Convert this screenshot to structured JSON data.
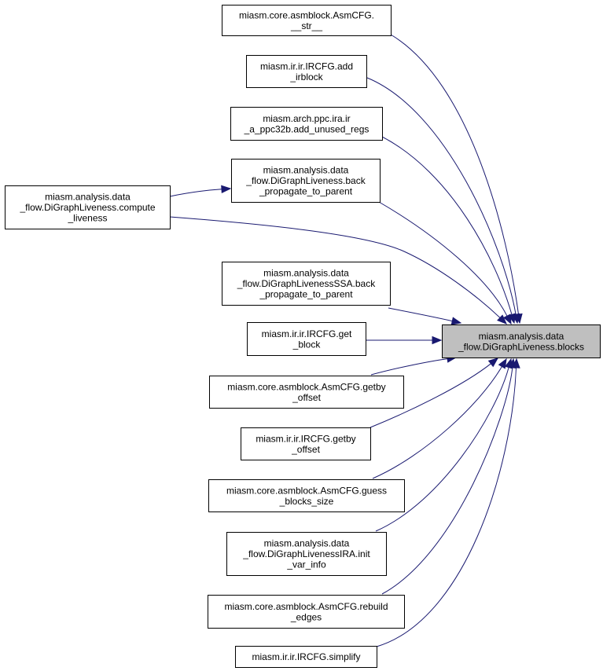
{
  "graph": {
    "target": {
      "id": "blocks",
      "lines": [
        "miasm.analysis.data",
        "_flow.DiGraphLiveness.blocks"
      ]
    },
    "nodes": [
      {
        "id": "asmcfg-str",
        "lines": [
          "miasm.core.asmblock.AsmCFG.",
          "__str__"
        ]
      },
      {
        "id": "ircfg-add-irblock",
        "lines": [
          "miasm.ir.ir.IRCFG.add",
          "_irblock"
        ]
      },
      {
        "id": "ira-ppc32b-add-unused-regs",
        "lines": [
          "miasm.arch.ppc.ira.ir",
          "_a_ppc32b.add_unused_regs"
        ]
      },
      {
        "id": "digraphliveness-back-propagate",
        "lines": [
          "miasm.analysis.data",
          "_flow.DiGraphLiveness.back",
          "_propagate_to_parent"
        ]
      },
      {
        "id": "digraphliveness-compute-liveness",
        "lines": [
          "miasm.analysis.data",
          "_flow.DiGraphLiveness.compute",
          "_liveness"
        ]
      },
      {
        "id": "digraphlivenessssa-back-propagate",
        "lines": [
          "miasm.analysis.data",
          "_flow.DiGraphLivenessSSA.back",
          "_propagate_to_parent"
        ]
      },
      {
        "id": "ircfg-get-block",
        "lines": [
          "miasm.ir.ir.IRCFG.get",
          "_block"
        ]
      },
      {
        "id": "asmcfg-getby-offset",
        "lines": [
          "miasm.core.asmblock.AsmCFG.getby",
          "_offset"
        ]
      },
      {
        "id": "ircfg-getby-offset",
        "lines": [
          "miasm.ir.ir.IRCFG.getby",
          "_offset"
        ]
      },
      {
        "id": "asmcfg-guess-blocks-size",
        "lines": [
          "miasm.core.asmblock.AsmCFG.guess",
          "_blocks_size"
        ]
      },
      {
        "id": "digraphlivenessira-init-var-info",
        "lines": [
          "miasm.analysis.data",
          "_flow.DiGraphLivenessIRA.init",
          "_var_info"
        ]
      },
      {
        "id": "asmcfg-rebuild-edges",
        "lines": [
          "miasm.core.asmblock.AsmCFG.rebuild",
          "_edges"
        ]
      },
      {
        "id": "ircfg-simplify",
        "lines": [
          "miasm.ir.ir.IRCFG.simplify"
        ]
      }
    ],
    "edges": [
      {
        "from": "asmcfg-str",
        "to": "blocks"
      },
      {
        "from": "ircfg-add-irblock",
        "to": "blocks"
      },
      {
        "from": "ira-ppc32b-add-unused-regs",
        "to": "blocks"
      },
      {
        "from": "digraphliveness-back-propagate",
        "to": "blocks"
      },
      {
        "from": "digraphliveness-compute-liveness",
        "to": "blocks"
      },
      {
        "from": "digraphliveness-compute-liveness",
        "to": "digraphliveness-back-propagate"
      },
      {
        "from": "digraphlivenessssa-back-propagate",
        "to": "blocks"
      },
      {
        "from": "ircfg-get-block",
        "to": "blocks"
      },
      {
        "from": "asmcfg-getby-offset",
        "to": "blocks"
      },
      {
        "from": "ircfg-getby-offset",
        "to": "blocks"
      },
      {
        "from": "asmcfg-guess-blocks-size",
        "to": "blocks"
      },
      {
        "from": "digraphlivenessira-init-var-info",
        "to": "blocks"
      },
      {
        "from": "asmcfg-rebuild-edges",
        "to": "blocks"
      },
      {
        "from": "ircfg-simplify",
        "to": "blocks"
      }
    ],
    "colors": {
      "edge": "#191970",
      "selected_fill": "#bfbfbf",
      "node_fill": "#ffffff",
      "node_border": "#000000"
    }
  }
}
